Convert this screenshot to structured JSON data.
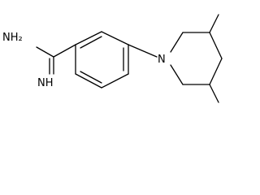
{
  "molecule": {
    "atom_labels": {
      "amine": "NH₂",
      "imine": "NH",
      "ring_nitrogen": "N"
    },
    "colors": {
      "bond": "#000000",
      "label": "#000000",
      "background": "#ffffff"
    }
  }
}
